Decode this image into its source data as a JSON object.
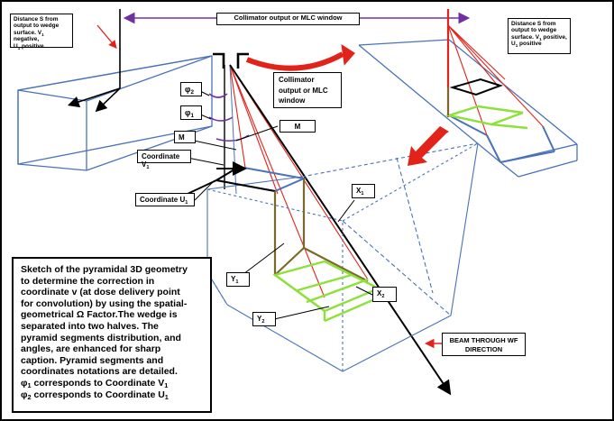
{
  "labels": {
    "dist_left_l1": "Distance  S from",
    "dist_left_l2": "output to wedge",
    "dist_left_l3": "surface. V",
    "dist_left_l3b": "1",
    "dist_left_l3c": " negative,",
    "dist_left_l4": "U",
    "dist_left_l4b": "1",
    "dist_left_l4c": " positive",
    "dist_right_l1": "Distance  S from",
    "dist_right_l2": "output to wedge",
    "dist_right_l3": "surface. V",
    "dist_right_l3b": "1",
    "dist_right_l3c": " positive,",
    "dist_right_l4": "U",
    "dist_right_l4b": "1",
    "dist_right_l4c": " positive",
    "collimator_top": "Collimator output or MLC window",
    "collimator_mid_l1": "Collimator",
    "collimator_mid_l2": "output or MLC",
    "collimator_mid_l3": "window",
    "phi2": "φ",
    "phi2_sub": "2",
    "phi1": "φ",
    "phi1_sub": "1",
    "m_left": "M",
    "m_right": "M",
    "coord_v1": "Coordinate V",
    "coord_v1_sub": "1",
    "coord_u1": "Coordinate U",
    "coord_u1_sub": "1",
    "x1": "X",
    "x1_sub": "1",
    "x2": "X",
    "x2_sub": "2",
    "y1": "Y",
    "y1_sub": "1",
    "y2": "Y",
    "y2_sub": "2",
    "beam_l1": "BEAM THROUGH WF",
    "beam_l2": "DIRECTION"
  },
  "caption": {
    "line1": "Sketch  of the pyramidal 3D geometry",
    "line2": "to determine the  correction in",
    "line3": "coordinate v (at dose delivery point",
    "line4": "for convolution) by using the spatial-",
    "line5": "geometrical  Ω Factor.The wedge is",
    "line6": "separated into two halves. The",
    "line7": "pyramid segments distribution, and",
    "line8": "angles,  are enhanced for sharp",
    "line9": "caption. Pyramid segments and",
    "line10": "coordinates notations are detailed.",
    "line11a": "φ",
    "line11b": "1",
    "line11c": " corresponds  to Coordinate V",
    "line11d": "1",
    "line12a": "φ",
    "line12b": "2",
    "line12c": " corresponds  to Coordinate U",
    "line12d": "1"
  },
  "colors": {
    "wedge_edges": "#4a72b8",
    "red": "#e2231a",
    "purple": "#7030a0",
    "olive": "#7a6a2a",
    "green": "#8ee03a"
  }
}
